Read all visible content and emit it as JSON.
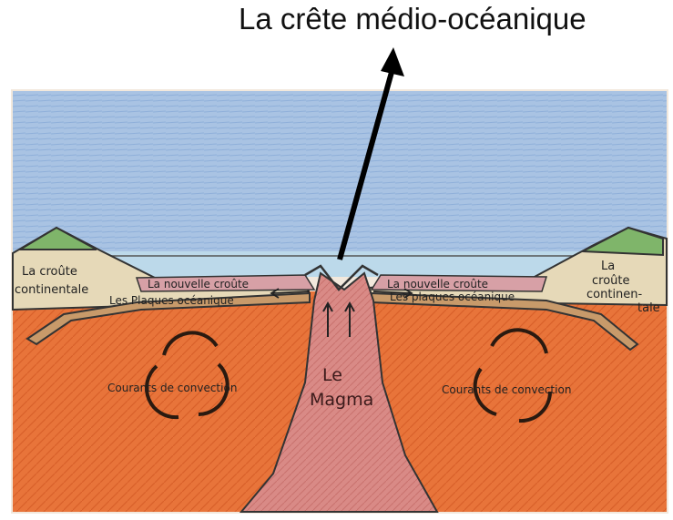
{
  "title": "La crête médio-océanique",
  "labels": {
    "left_crust_line1": "La croûte",
    "left_crust_line2": "continentale",
    "right_crust_line1": "La",
    "right_crust_line2": "croûte",
    "right_crust_line3": "continen-",
    "right_crust_line4": "tale",
    "new_crust_left": "La nouvelle croûte",
    "new_crust_right": "La nouvelle croûte",
    "plates_left": "Les Plaques océanique",
    "plates_right": "Les plaques océanique",
    "magma_line1": "Le",
    "magma_line2": "Magma",
    "convection_left": "Courants de convection",
    "convection_right": "Courants de convection"
  },
  "colors": {
    "sky": "#a9c3e3",
    "ocean": "#b9d8ea",
    "mantle": "#e8743a",
    "magma": "#d98a86",
    "continent": "#e6d9b8",
    "mountain_top": "#7fb56a"
  }
}
